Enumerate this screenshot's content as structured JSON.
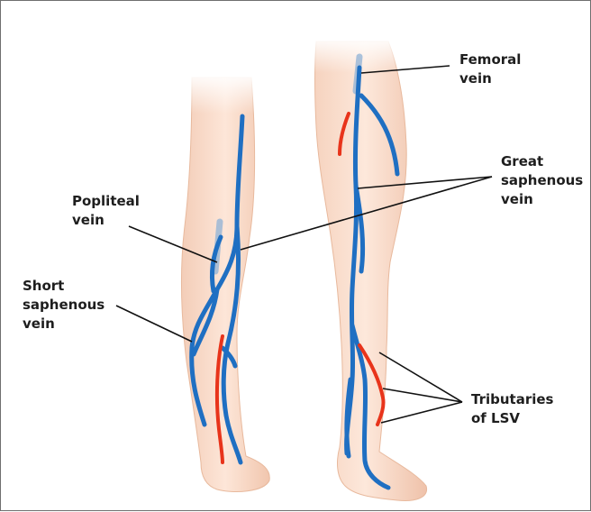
{
  "labels": {
    "femoral_vein": [
      "Femoral",
      "vein"
    ],
    "great_saphenous_vein": [
      "Great",
      "saphenous",
      "vein"
    ],
    "popliteal_vein": [
      "Popliteal",
      "vein"
    ],
    "short_saphenous_vein": [
      "Short",
      "saphenous",
      "vein"
    ],
    "tributaries_of_lsv": [
      "Tributaries",
      "of LSV"
    ]
  },
  "colors": {
    "skin": "#f9dccb",
    "skin_shadow": "#edc0a8",
    "vein": "#1f6fc2",
    "tributary": "#e8341b",
    "leader_line": "#111111",
    "deep_vein": "#8fb2d6"
  }
}
